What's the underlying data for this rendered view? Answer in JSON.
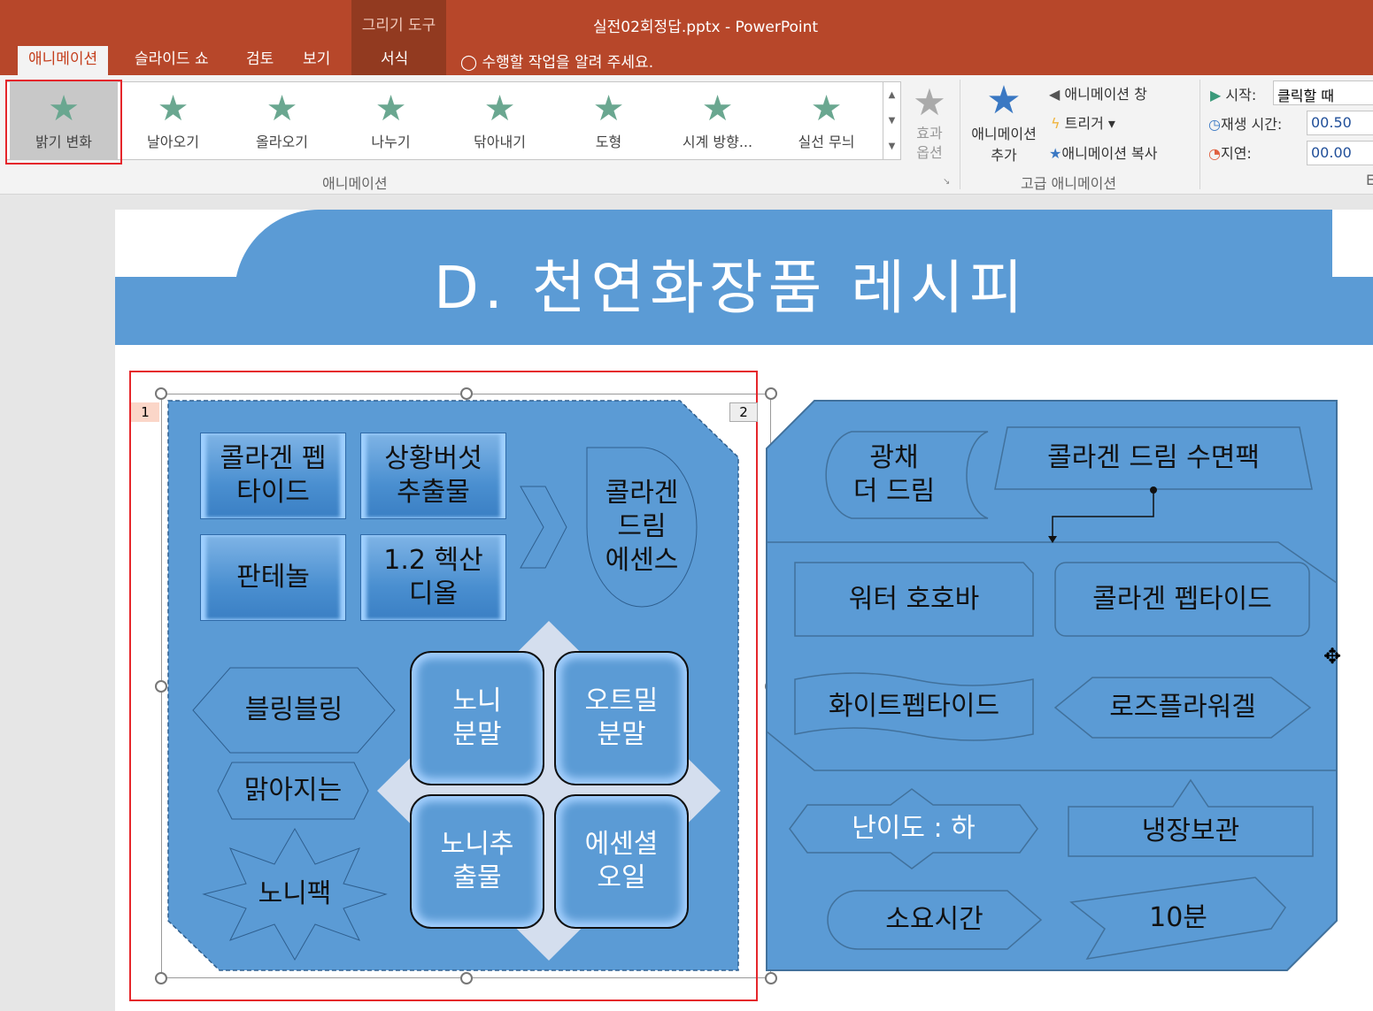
{
  "window": {
    "title": "실전02회정답.pptx - PowerPoint",
    "context_group": "그리기 도구"
  },
  "tabs": [
    {
      "label": "애니메이션",
      "active": true
    },
    {
      "label": "슬라이드 쇼"
    },
    {
      "label": "검토"
    },
    {
      "label": "보기"
    },
    {
      "label": "서식"
    }
  ],
  "tell_me": "수행할 작업을 알려 주세요.",
  "gallery": {
    "items": [
      "밝기 변화",
      "날아오기",
      "올라오기",
      "나누기",
      "닦아내기",
      "도형",
      "시계 방향...",
      "실선 무늬"
    ],
    "selected": "밝기 변화",
    "group_label": "애니메이션"
  },
  "effect_options": [
    "효과",
    "옵션"
  ],
  "advanced": {
    "add_animation": [
      "애니메이션",
      "추가"
    ],
    "pane": "애니메이션 창",
    "trigger": "트리거",
    "painter": "애니메이션 복사",
    "group_label": "고급 애니메이션"
  },
  "timing": {
    "start_label": "시작:",
    "start_value": "클릭할 때",
    "duration_label": "재생 시간:",
    "duration_value": "00.50",
    "delay_label": "지연:",
    "delay_value": "00.00",
    "group_label_partial": "E"
  },
  "slide": {
    "title": "D. 천연화장품 레시피",
    "anim_tags": [
      "1",
      "2"
    ],
    "left": {
      "bevel": [
        "콜라겐 펩\n타이드",
        "상황버섯\n추출물",
        "판테놀",
        "1.2 헥산\n디올"
      ],
      "drum": "콜라겐\n드림\n에센스",
      "rounded": [
        "노니\n분말",
        "오트밀\n분말",
        "노니추\n출물",
        "에센셜\n오일"
      ],
      "hex": "블링블링",
      "octa": "맑아지는",
      "star": "노니팩"
    },
    "right": {
      "scroll": "광채\n더 드림",
      "trap": "콜라겐 드림 수면팩",
      "items": [
        "워터 호호바",
        "콜라겐 펩타이드",
        "화이트펩타이드",
        "로즈플라워겔",
        "난이도 : 하",
        "냉장보관",
        "소요시간",
        "10분"
      ]
    }
  }
}
